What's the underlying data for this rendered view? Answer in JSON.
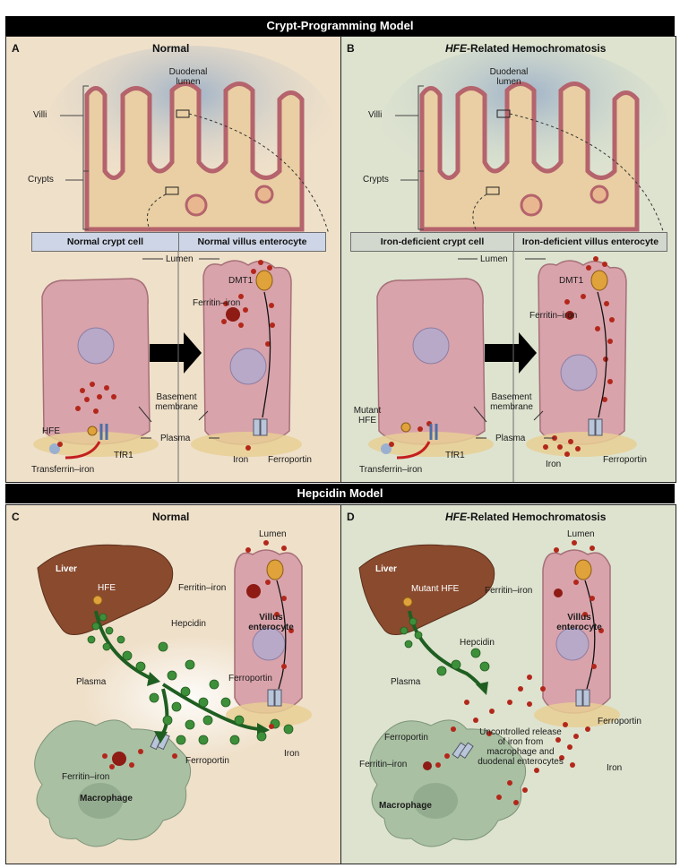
{
  "banners": {
    "top": "Crypt-Programming Model",
    "middle": "Hepcidin Model"
  },
  "panel_a": {
    "letter": "A",
    "title": "Normal",
    "duodenal_lumen": "Duodenal lumen",
    "villi": "Villi",
    "crypts": "Crypts",
    "crypt_cell_header": "Normal crypt cell",
    "villus_header": "Normal villus enterocyte",
    "lumen": "Lumen",
    "dmt1": "DMT1",
    "ferritin_iron": "Ferritin–iron",
    "basement_membrane": "Basement membrane",
    "hfe": "HFE",
    "plasma": "Plasma",
    "tfr1": "TfR1",
    "transferrin_iron": "Transferrin–iron",
    "iron": "Iron",
    "ferroportin": "Ferroportin"
  },
  "panel_b": {
    "letter": "B",
    "title_prefix": "HFE",
    "title_suffix": "-Related Hemochromatosis",
    "duodenal_lumen": "Duodenal lumen",
    "villi": "Villi",
    "crypts": "Crypts",
    "crypt_cell_header": "Iron-deficient crypt cell",
    "villus_header": "Iron-deficient villus enterocyte",
    "lumen": "Lumen",
    "dmt1": "DMT1",
    "ferritin_iron": "Ferritin–iron",
    "mutant_hfe": "Mutant HFE",
    "basement_membrane": "Basement membrane",
    "plasma": "Plasma",
    "tfr1": "TfR1",
    "transferrin_iron": "Transferrin–iron",
    "iron": "Iron",
    "ferroportin": "Ferroportin"
  },
  "panel_c": {
    "letter": "C",
    "title": "Normal",
    "lumen": "Lumen",
    "liver": "Liver",
    "hfe": "HFE",
    "ferritin_iron_enterocyte": "Ferritin–iron",
    "villus_enterocyte": "Villus enterocyte",
    "hepcidin": "Hepcidin",
    "plasma": "Plasma",
    "ferroportin_enterocyte": "Ferroportin",
    "iron": "Iron",
    "ferritin_iron_macrophage": "Ferritin–iron",
    "ferroportin_macrophage": "Ferroportin",
    "macrophage": "Macrophage"
  },
  "panel_d": {
    "letter": "D",
    "title_prefix": "HFE",
    "title_suffix": "-Related Hemochromatosis",
    "lumen": "Lumen",
    "liver": "Liver",
    "mutant_hfe": "Mutant HFE",
    "ferritin_iron_enterocyte": "Ferritin–iron",
    "villus_enterocyte": "Villus enterocyte",
    "hepcidin": "Hepcidin",
    "plasma": "Plasma",
    "ferroportin_enterocyte": "Ferroportin",
    "uncontrolled_release": "Uncontrolled release of iron from macrophage and duodenal enterocytes",
    "ferroportin_macrophage": "Ferroportin",
    "ferritin_iron_macrophage": "Ferritin–iron",
    "iron": "Iron",
    "macrophage": "Macrophage"
  },
  "colors": {
    "banner": "#000000",
    "normal_bg": "#efe0c9",
    "hemo_bg": "#dde3cf",
    "cell_pink": "#d9a3ab",
    "iron_red": "#b3271b",
    "hepcidin_green": "#3d8f3a",
    "liver_brown": "#8a4a2e",
    "macrophage_green": "#a9c0a3",
    "ferroportin_blue": "#b9c6d9",
    "dmt1_orange": "#e0a23a"
  }
}
